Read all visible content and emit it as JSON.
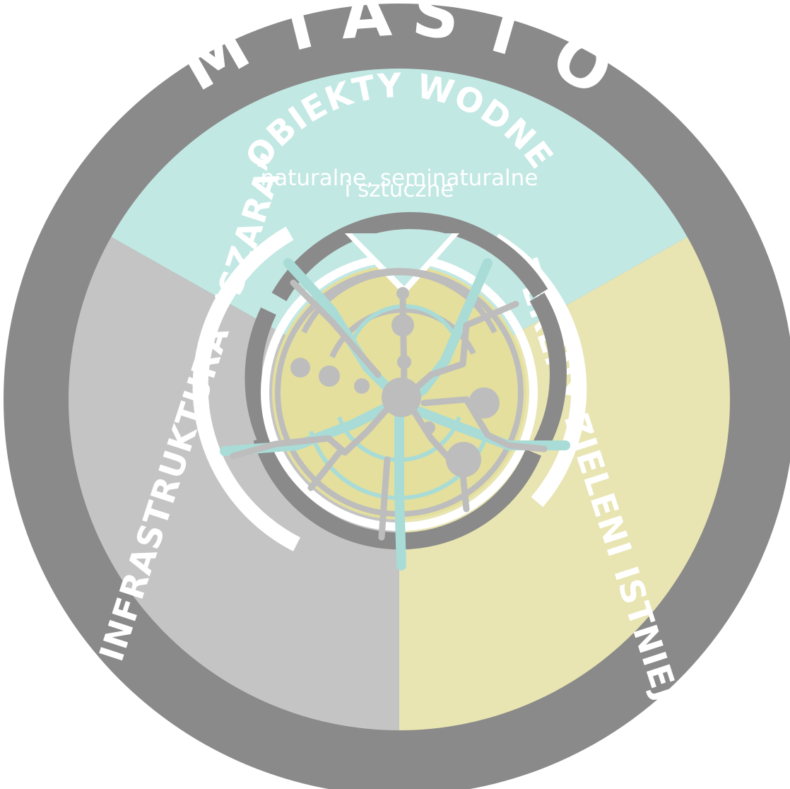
{
  "title": {
    "letters": [
      "M",
      "I",
      "A",
      "S",
      "T",
      "O"
    ]
  },
  "sectors": {
    "water": {
      "title": "OBIEKTY WODNE",
      "subtitle_line1": "naturalne, seminaturalne",
      "subtitle_line2": "i sztuczne",
      "color": "#c2e8e4"
    },
    "green": {
      "title": "TERENY ZIELENI ISTNIEJĄCE",
      "color": "#e8e5b2"
    },
    "grey": {
      "title": "INFRASTRUKTURA “SZARA”",
      "color": "#c3c4c3"
    }
  },
  "colors": {
    "outer_ring": "#8a8a8a",
    "center_grey": "#bdbdbd",
    "center_teal": "#a9dcd6",
    "center_yellow": "#e4df9c"
  }
}
